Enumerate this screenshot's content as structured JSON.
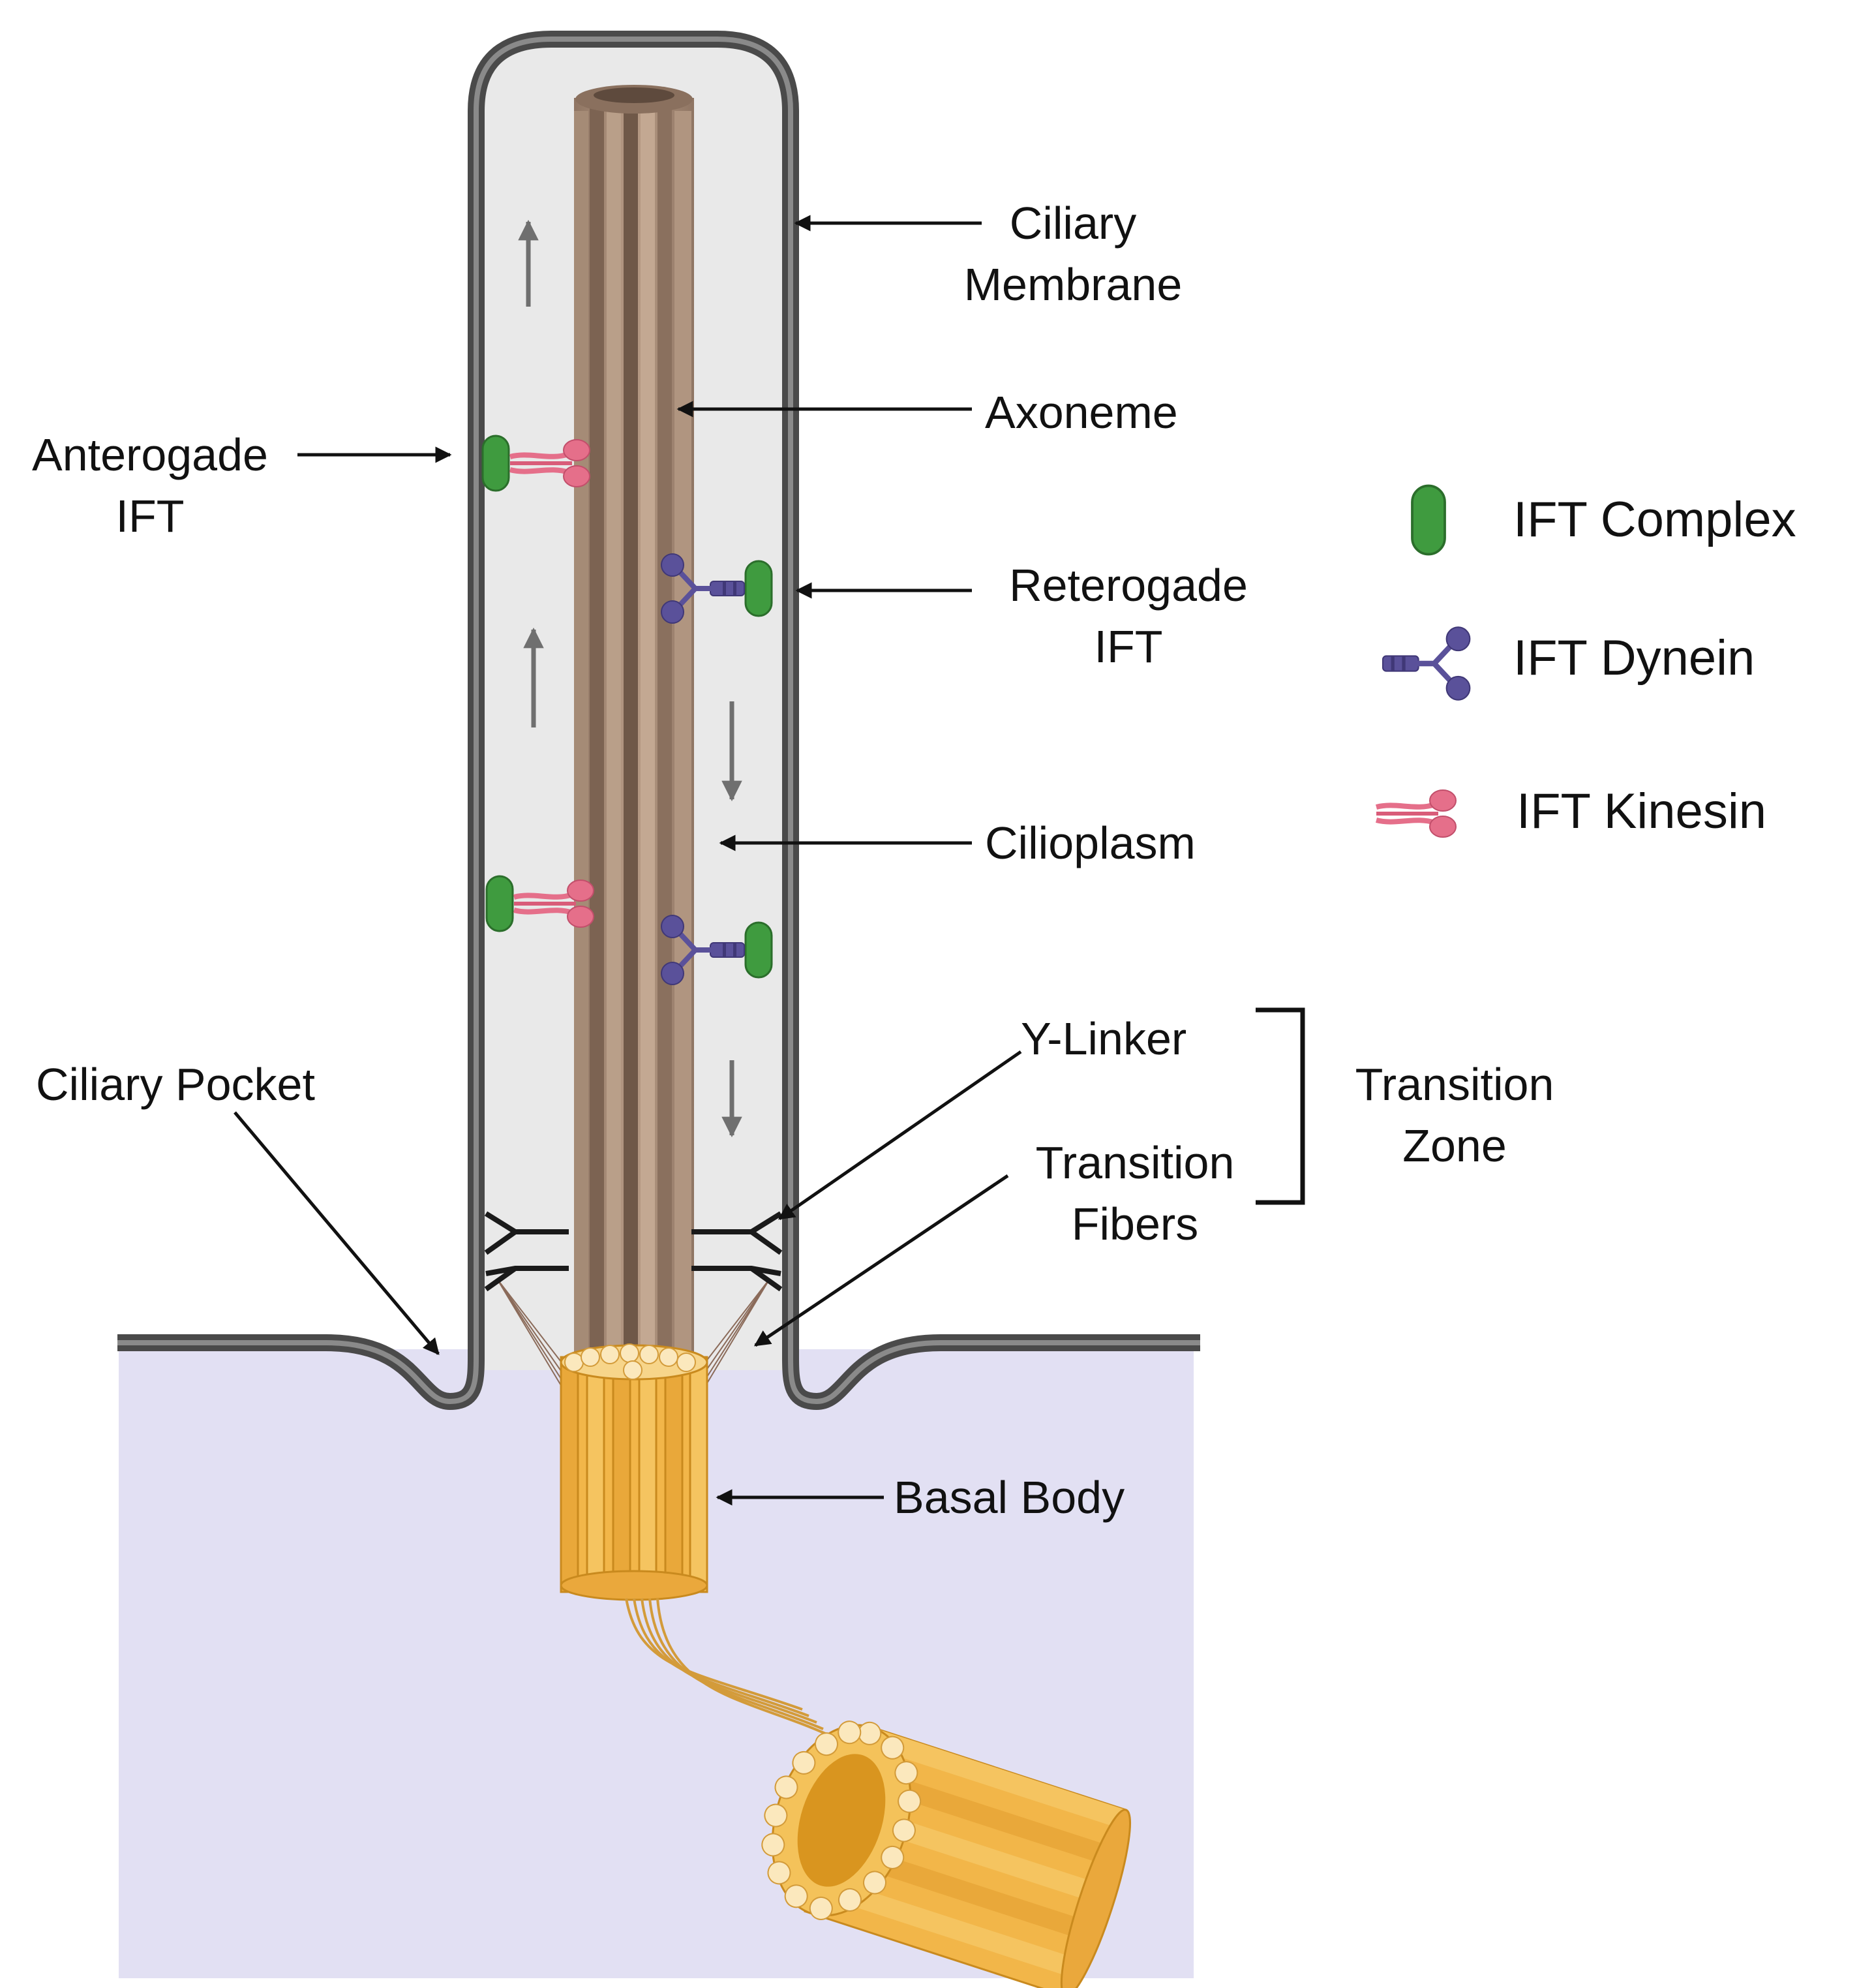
{
  "labels": {
    "ciliary_membrane": "Ciliary\nMembrane",
    "axoneme": "Axoneme",
    "anterograde_ift": "Anterogade\nIFT",
    "retrograde_ift": "Reterogade\nIFT",
    "cilioplasm": "Cilioplasm",
    "y_linker": "Y-Linker",
    "transition_fibers": "Transition\nFibers",
    "transition_zone": "Transition\nZone",
    "ciliary_pocket": "Ciliary Pocket",
    "basal_body": "Basal Body"
  },
  "legend": [
    {
      "icon": "ift-complex-icon",
      "label": "IFT Complex"
    },
    {
      "icon": "ift-dynein-icon",
      "label": "IFT Dynein"
    },
    {
      "icon": "ift-kinesin-icon",
      "label": "IFT Kinesin"
    }
  ],
  "colors": {
    "membrane": "#555555",
    "cilioplasm": "#e9e9e9",
    "cytoplasm": "#e2e0f3",
    "axoneme": "#9a7f6c",
    "basal_body": "#f2b649",
    "ift_complex": "#3f9b3f",
    "ift_dynein": "#5a519a",
    "ift_kinesin": "#e56f8a"
  }
}
